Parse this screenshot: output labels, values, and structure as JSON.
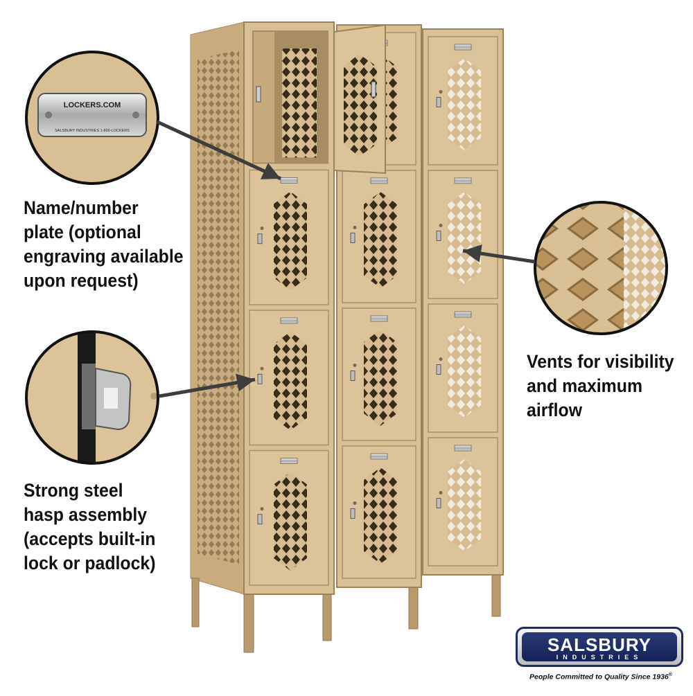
{
  "callouts": {
    "name_plate": {
      "lines": [
        "Name/number",
        "plate (optional",
        "engraving available",
        "upon request)"
      ],
      "plate_text": {
        "top": "LOCKERS.COM",
        "bottom": "SALSBURY INDUSTRIES  1-800-LOCKERS"
      }
    },
    "hasp": {
      "lines": [
        "Strong steel",
        "hasp assembly",
        "(accepts built-in",
        "lock or padlock)"
      ]
    },
    "vents": {
      "lines": [
        "Vents for visibility",
        "and maximum",
        "airflow"
      ]
    }
  },
  "brand": {
    "name": "SALSBURY",
    "sub": "INDUSTRIES",
    "tagline": "People Committed to Quality Since 1936",
    "tagline_mark": "®"
  },
  "colors": {
    "locker_tan": "#d9bf94",
    "locker_shadow": "#b89a6c",
    "brand_navy": "#1d2c5e"
  }
}
